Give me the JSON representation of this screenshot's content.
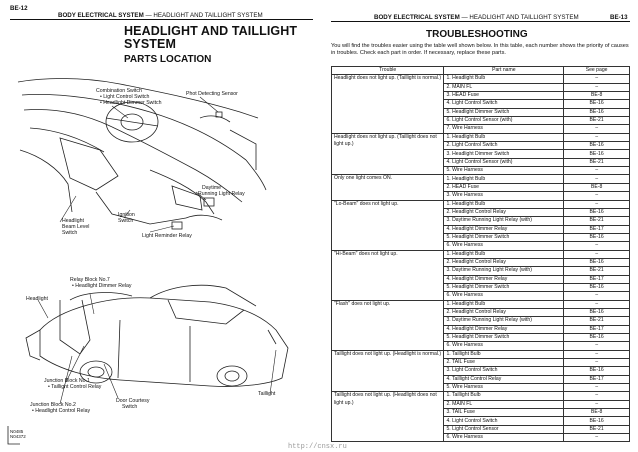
{
  "left_page": {
    "page_number": "BE-12",
    "header_section": "BODY ELECTRICAL SYSTEM",
    "header_topic": "HEADLIGHT AND TAILLIGHT SYSTEM",
    "title_line1": "HEADLIGHT AND TAILLIGHT",
    "title_line2": "SYSTEM",
    "subtitle": "PARTS LOCATION",
    "callouts": {
      "combination_switch": "Combination Switch",
      "light_control_switch": "• Light Control Switch",
      "headlight_dimmer_switch": "• Headlight Dimmer Switch",
      "photo_sensor": "Phot Detecting Sensor",
      "daytime_1": "Daytime",
      "daytime_2": "Running Light Relay",
      "ignition_1": "Ignition",
      "ignition_2": "Switch",
      "beam_1": "Headlight",
      "beam_2": "Beam Level",
      "beam_3": "Switch",
      "reminder": "Light Reminder Relay",
      "relay_block_7": "Relay Block No.7",
      "headlight_dimmer_relay": "• Headlight Dimmer Relay",
      "headlight": "Headlight",
      "taillight": "Taillight",
      "jb1": "Junction Block No.1",
      "taillight_control_relay": "• Taillight Control Relay",
      "jb2": "Junction Block No.2",
      "jb2_relay": "• Headlight Control Relay",
      "door_1": "Door Courtesy",
      "door_2": "Switch"
    },
    "figure_id_1": "N0485",
    "figure_id_2": "N04372"
  },
  "right_page": {
    "page_number": "BE-13",
    "header_section": "BODY ELECTRICAL SYSTEM",
    "header_topic": "HEADLIGHT AND TAILLIGHT SYSTEM",
    "title": "TROUBLESHOOTING",
    "intro": "You will find the troubles easier using the table well shown below. In this table, each number shows the priority of causes in troubles. Check each part in order. If necessary, replace these parts.",
    "table": {
      "headers": [
        "Trouble",
        "Part name",
        "See page"
      ],
      "groups": [
        {
          "trouble": "Headlight does not light up. (Taillight is normal.)",
          "rows": [
            [
              "1. Headlight Bulb",
              "–"
            ],
            [
              "2. MAIN FL",
              "–"
            ],
            [
              "3. HEAD Fuse",
              "BE-8"
            ],
            [
              "4. Light Control Switch",
              "BE-16"
            ],
            [
              "5. Headlight Dimmer Switch",
              "BE-16"
            ],
            [
              "6. Light Control Sensor (with)",
              "BE-21"
            ],
            [
              "7. Wire Harness",
              "–"
            ]
          ]
        },
        {
          "trouble": "Headlight does not light up. (Taillight does not light up.)",
          "rows": [
            [
              "1. Headlight Bulb",
              "–"
            ],
            [
              "2. Light Control Switch",
              "BE-16"
            ],
            [
              "3. Headlight Dimmer Switch",
              "BE-16"
            ],
            [
              "4. Light Control Sensor (with)",
              "BE-21"
            ],
            [
              "5. Wire Harness",
              "–"
            ]
          ]
        },
        {
          "trouble": "Only one light comes ON.",
          "rows": [
            [
              "1. Headlight Bulb",
              "–"
            ],
            [
              "2. HEAD Fuse",
              "BE-8"
            ],
            [
              "3. Wire Harness",
              "–"
            ]
          ]
        },
        {
          "trouble": "\"Lo-Beam\" does not light up.",
          "rows": [
            [
              "1. Headlight Bulb",
              "–"
            ],
            [
              "2. Headlight Control Relay",
              "BE-16"
            ],
            [
              "3. Daytime Running Light Relay (with)",
              "BE-21"
            ],
            [
              "4. Headlight Dimmer Relay",
              "BE-17"
            ],
            [
              "5. Headlight Dimmer Switch",
              "BE-16"
            ],
            [
              "6. Wire Harness",
              "–"
            ]
          ]
        },
        {
          "trouble": "\"Hi-Beam\" does not light up.",
          "rows": [
            [
              "1. Headlight Bulb",
              "–"
            ],
            [
              "2. Headlight Control Relay",
              "BE-16"
            ],
            [
              "3. Daytime Running Light Relay (with)",
              "BE-21"
            ],
            [
              "4. Headlight Dimmer Relay",
              "BE-17"
            ],
            [
              "5. Headlight Dimmer Switch",
              "BE-16"
            ],
            [
              "6. Wire Harness",
              "–"
            ]
          ]
        },
        {
          "trouble": "\"Flash\" does not light up.",
          "rows": [
            [
              "1. Headlight Bulb",
              "–"
            ],
            [
              "2. Headlight Control Relay",
              "BE-16"
            ],
            [
              "3. Daytime Running Light Relay (with)",
              "BE-21"
            ],
            [
              "4. Headlight Dimmer Relay",
              "BE-17"
            ],
            [
              "5. Headlight Dimmer Switch",
              "BE-16"
            ],
            [
              "6. Wire Harness",
              "–"
            ]
          ]
        },
        {
          "trouble": "Taillight does not light up. (Headlight is normal.)",
          "rows": [
            [
              "1. Taillight Bulb",
              "–"
            ],
            [
              "2. TAIL Fuse",
              "–"
            ],
            [
              "3. Light Control Switch",
              "BE-16"
            ],
            [
              "4. Taillight Control Relay",
              "BE-17"
            ],
            [
              "5. Wire Harness",
              "–"
            ]
          ]
        },
        {
          "trouble": "Taillight does not light up. (Headlight does not light up.)",
          "rows": [
            [
              "1. Taillight Bulb",
              "–"
            ],
            [
              "2. MAIN FL",
              "–"
            ],
            [
              "3. TAIL Fuse",
              "BE-8"
            ],
            [
              "4. Light Control Switch",
              "BE-16"
            ],
            [
              "5. Light Control Sensor",
              "BE-21"
            ],
            [
              "6. Wire Harness",
              "–"
            ]
          ]
        }
      ]
    }
  },
  "watermark": "http://cnsx.ru"
}
